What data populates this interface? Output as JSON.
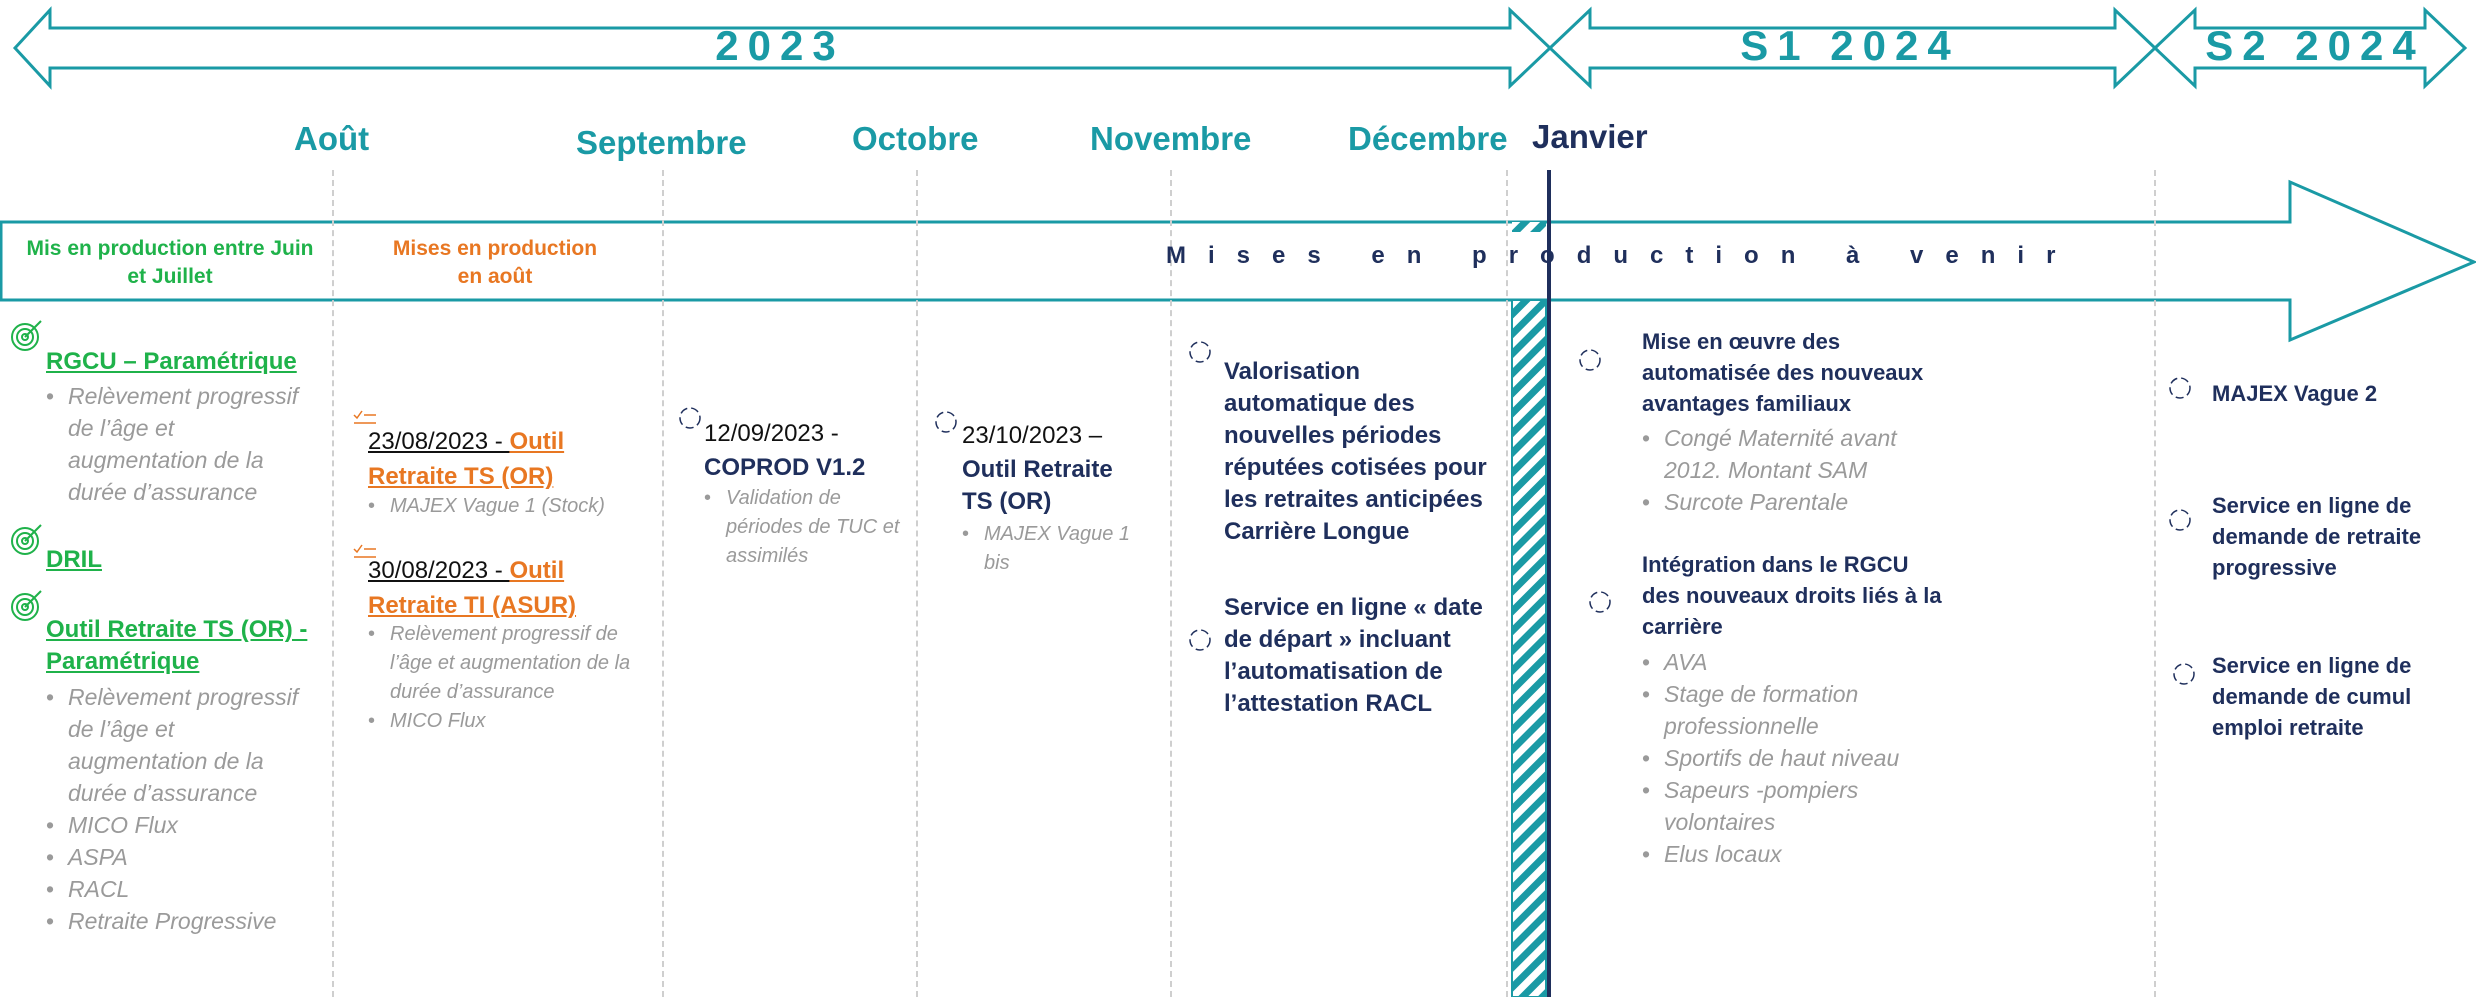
{
  "periods": [
    {
      "label": "2023"
    },
    {
      "label": "S1 2024"
    },
    {
      "label": "S2 2024"
    }
  ],
  "months": [
    "Août",
    "Septembre",
    "Octobre",
    "Novembre",
    "Décembre",
    "Janvier"
  ],
  "band": {
    "done_label": "Mis en production entre Juin et Juillet",
    "aug_label": "Mises en production en août",
    "upcoming_label": "Mises en production à venir"
  },
  "col1": {
    "item1_title": "RGCU – Paramétrique",
    "item1_bullets": [
      "Relèvement progressif de l’âge et augmentation de la durée d’assurance"
    ],
    "item2_title": "DRIL",
    "item3_title": "Outil Retraite TS (OR) - Paramétrique",
    "item3_bullets": [
      "Relèvement progressif de l’âge et augmentation de la durée d’assurance",
      "MICO Flux",
      "ASPA",
      "RACL",
      "Retraite Progressive"
    ]
  },
  "col2": {
    "item1_date": "23/08/2023 - ",
    "item1_title": "Outil Retraite TS (OR)",
    "item1_bullets": [
      "MAJEX Vague 1 (Stock)"
    ],
    "item2_date": "30/08/2023 - ",
    "item2_title": "Outil Retraite TI (ASUR)",
    "item2_bullets": [
      "Relèvement progressif de l’âge et augmentation de la durée d’assurance",
      "MICO Flux"
    ]
  },
  "col3": {
    "date": "12/09/2023 -",
    "title": "COPROD V1.2",
    "bullets": [
      "Validation de périodes de TUC et assimilés"
    ]
  },
  "col4": {
    "date": "23/10/2023 –",
    "title": "Outil Retraite TS (OR)",
    "bullets": [
      "MAJEX Vague 1 bis"
    ]
  },
  "col5": {
    "item1": "Valorisation automatique des nouvelles périodes réputées cotisées pour les retraites anticipées Carrière Longue",
    "item2": "Service en ligne « date de départ » incluant l’automatisation de l’attestation RACL"
  },
  "col6": {
    "item1_title": "Mise en œuvre des automatisée des nouveaux avantages familiaux",
    "item1_bullets": [
      "Congé Maternité avant 2012. Montant SAM",
      "Surcote Parentale"
    ],
    "item2_title": "Intégration dans le RGCU des nouveaux droits liés à la carrière",
    "item2_bullets": [
      "AVA",
      "Stage de formation professionnelle",
      "Sportifs de haut niveau",
      "Sapeurs -pompiers volontaires",
      "Elus locaux"
    ]
  },
  "col7": {
    "item1": "MAJEX Vague 2",
    "item2": "Service en ligne de demande de retraite progressive",
    "item3": "Service en ligne de demande de cumul emploi retraite"
  },
  "colors": {
    "teal": "#1a9aa5",
    "navy": "#1f2f5c",
    "green": "#1fb24a",
    "orange": "#e87722",
    "grey": "#9a9a9a"
  }
}
